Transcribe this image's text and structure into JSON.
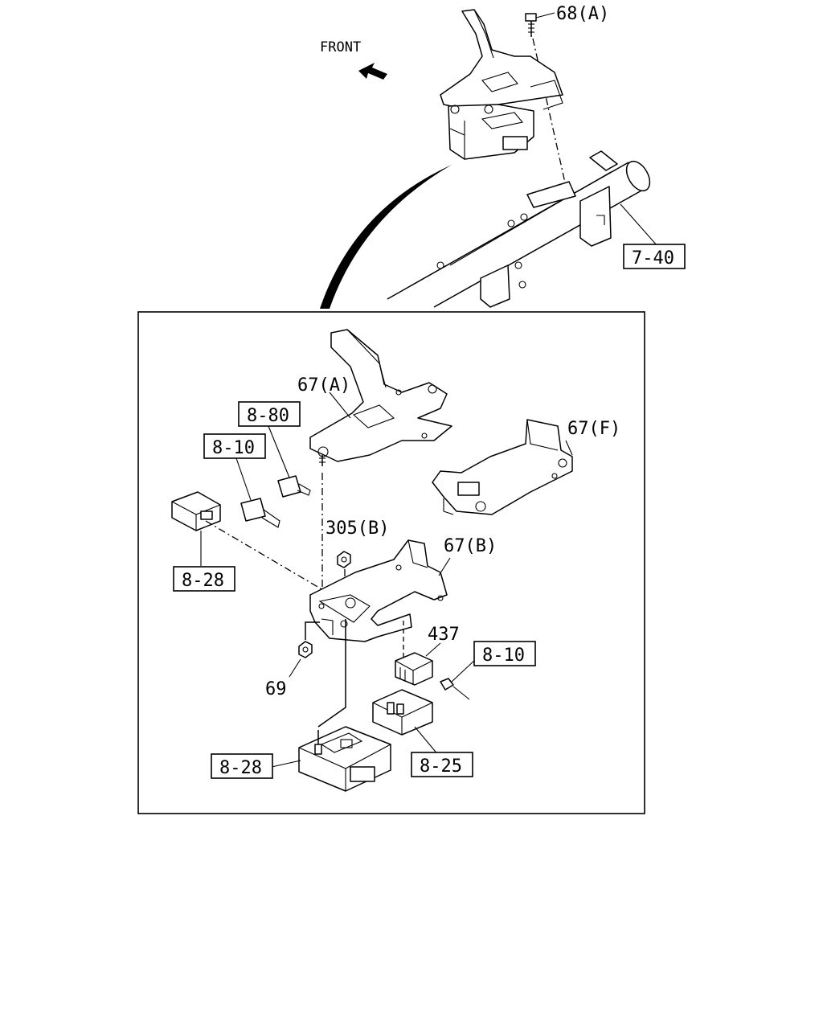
{
  "front_label": "FRONT",
  "callouts": {
    "c68a": "68(A)",
    "c740": "7-40",
    "c67a": "67(A)",
    "c880": "8-80",
    "c810_left": "8-10",
    "c67f": "67(F)",
    "c305b": "305(B)",
    "c67b": "67(B)",
    "c828_left": "8-28",
    "c437": "437",
    "c810_right": "8-10",
    "c69": "69",
    "c828_bottom": "8-28",
    "c825": "8-25"
  }
}
